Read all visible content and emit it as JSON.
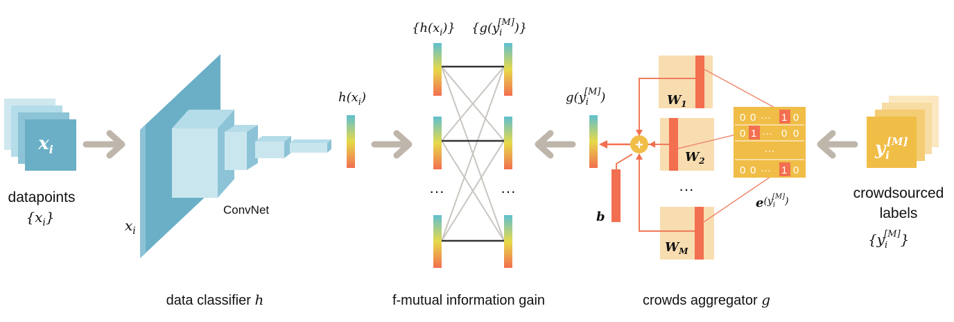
{
  "labels": {
    "datapoints": "datapoints",
    "datapoints_set": "{x",
    "datapoints_set_sub": "i",
    "datapoints_set_close": "}",
    "x_block": "x",
    "x_block_sub": "i",
    "x_side": "x",
    "x_side_sub": "i",
    "convnet": "ConvNet",
    "h_xi": "h(x",
    "h_xi_sub": "i",
    "h_xi_close": ")",
    "top_h": "{h(x",
    "top_h_sub": "i",
    "top_h_close": ")}",
    "top_g": "{g(y",
    "top_g_sub": "i",
    "top_g_sup": "[M]",
    "top_g_close": ")}",
    "g_y": "g(y",
    "g_y_sub": "i",
    "g_y_sup": "[M]",
    "g_y_close": ")",
    "dots": "···",
    "w1": "W",
    "w1_sub": "1",
    "w2": "W",
    "w2_sub": "2",
    "wm": "W",
    "wm_sub": "M",
    "b": "b",
    "plus": "+",
    "e_label": "e",
    "e_label_paren": "(y",
    "e_label_sub": "i",
    "e_label_sup": "[M]",
    "e_label_close": ")",
    "y_block": "y",
    "y_block_sub": "i",
    "y_block_sup": "[M]",
    "crowd_line1": "crowdsourced",
    "crowd_line2": "labels",
    "crowd_set": "{y",
    "crowd_set_sub": "i",
    "crowd_set_sup": "[M]",
    "crowd_set_close": "}",
    "caption_classifier": "data classifier",
    "caption_classifier_var": "h",
    "caption_mi": "f-mutual information gain",
    "caption_agg": "crowds aggregator",
    "caption_agg_var": "g"
  },
  "matrix_rows": [
    {
      "cells": [
        "0",
        "0",
        "···",
        "1",
        "0"
      ],
      "hot": 3
    },
    {
      "cells": [
        "0",
        "1",
        "···",
        "0",
        "0"
      ],
      "hot": 1
    },
    {
      "cells": [
        "···"
      ],
      "hot": -1
    },
    {
      "cells": [
        "0",
        "0",
        "···",
        "1",
        "0"
      ],
      "hot": 3
    }
  ],
  "colors": {
    "blue_dark": "#6aafc6",
    "blue_mid": "#8cc3d6",
    "blue_light": "#b4dce9",
    "arrow_gray": "#bfb6ab",
    "orange": "#f26f4f",
    "orange_line": "#ef8a6e",
    "yellow": "#f0bd47",
    "yellow_light": "#f7dca3",
    "cream": "#f8ddb0"
  }
}
